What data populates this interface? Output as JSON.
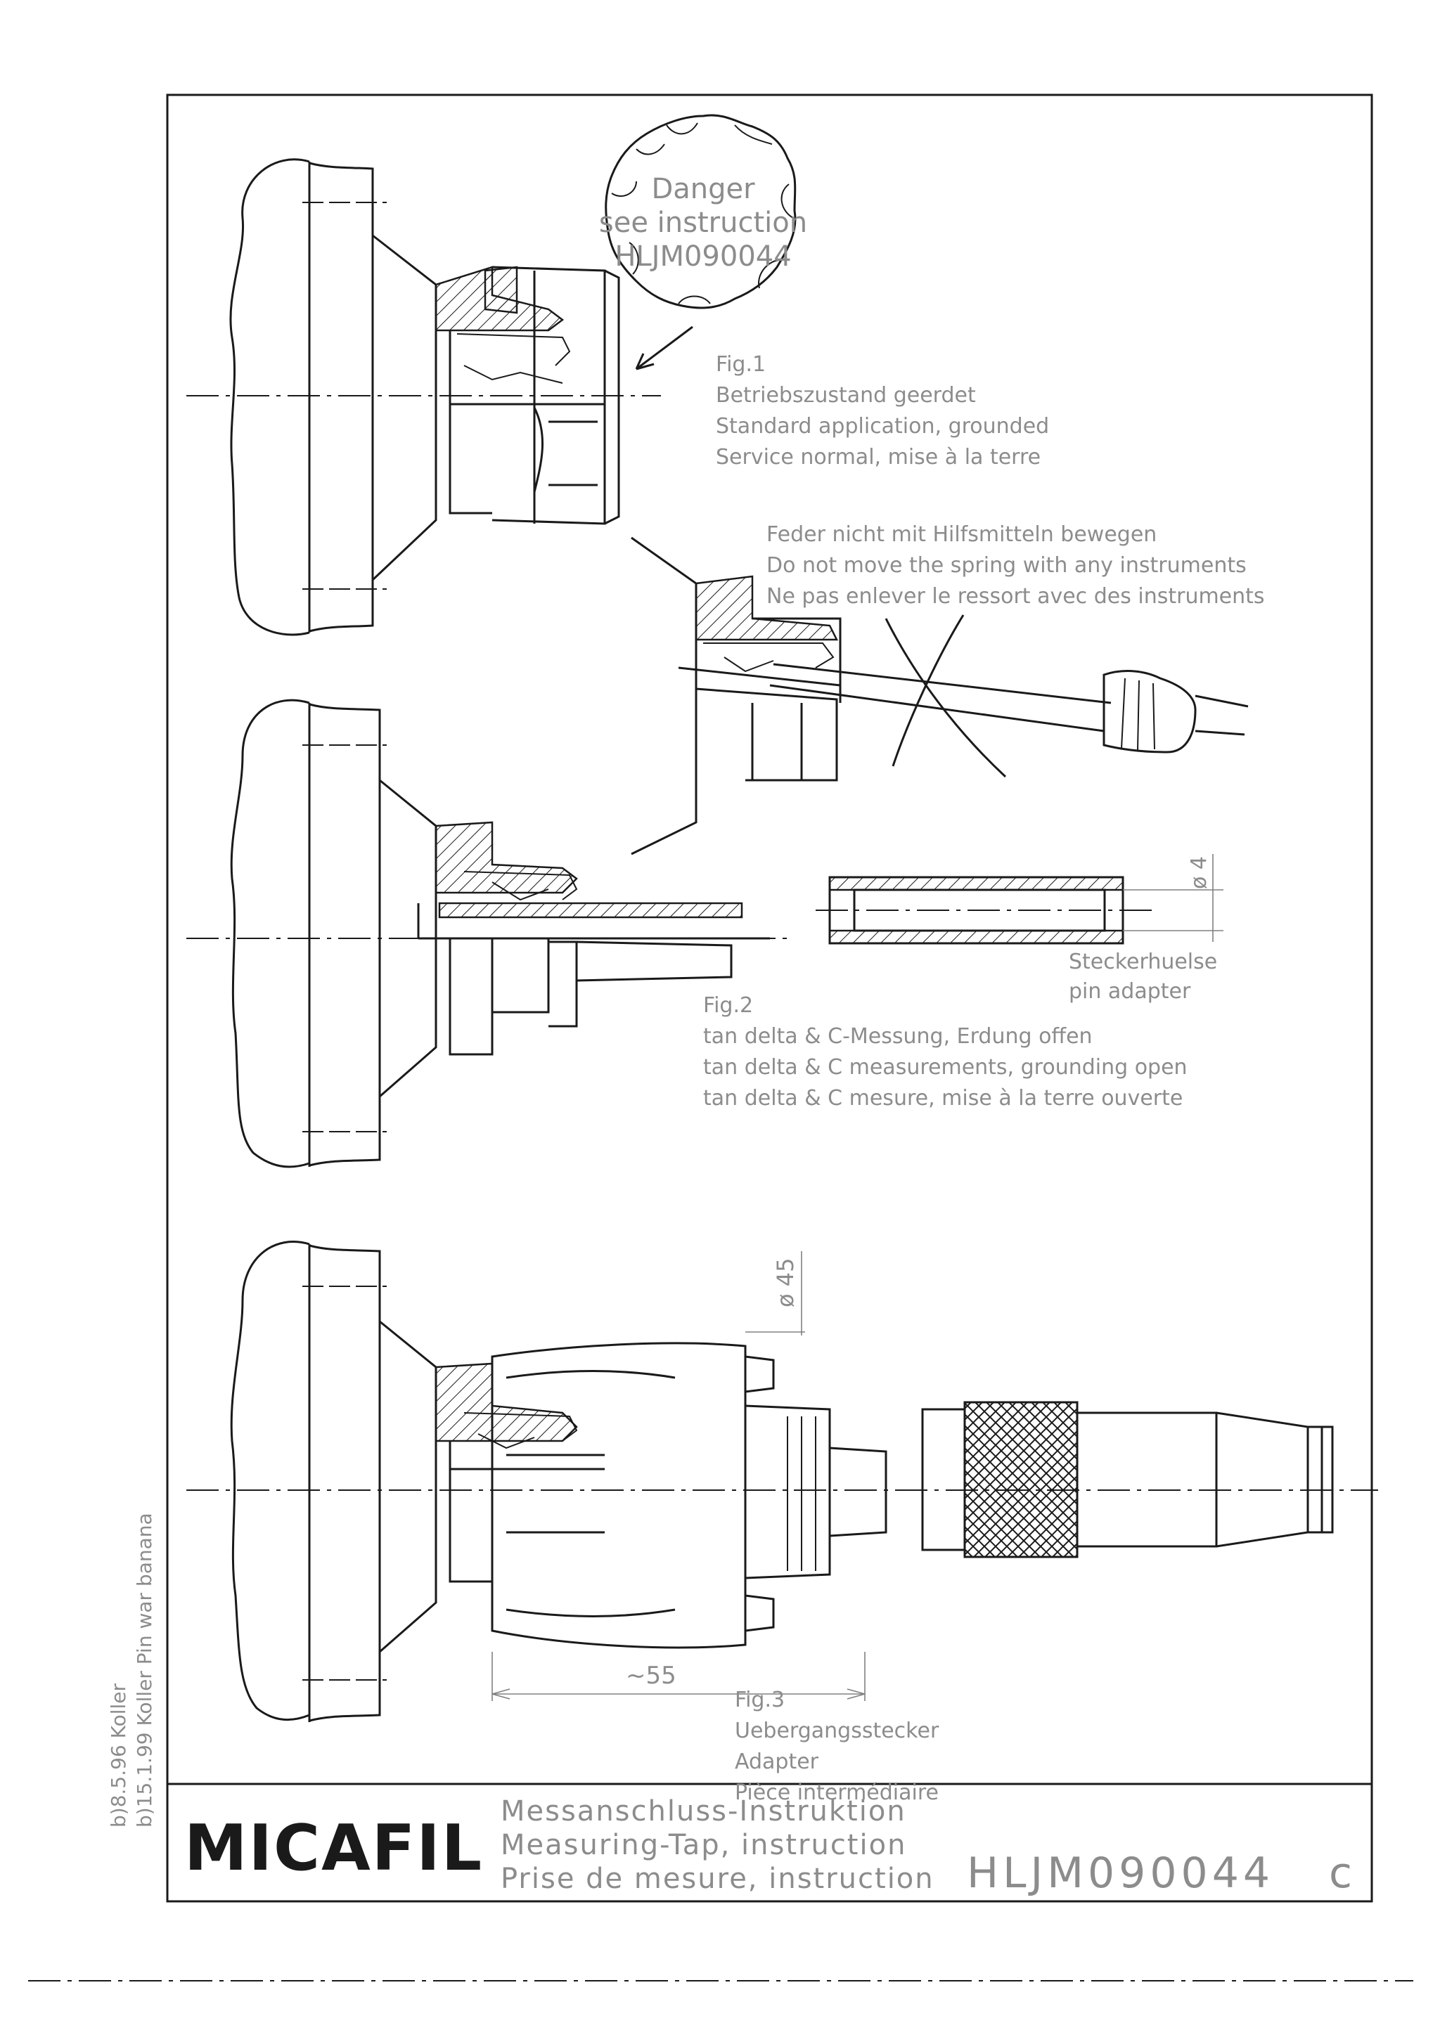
{
  "danger_label": {
    "line1": "Danger",
    "line2": "see instruction",
    "line3": "HLJM090044"
  },
  "fig1": {
    "number": "Fig.1",
    "de": "Betriebszustand geerdet",
    "en": "Standard application, grounded",
    "fr": "Service normal, mise à la terre"
  },
  "warning": {
    "de": "Feder nicht mit Hilfsmitteln bewegen",
    "en": "Do not move the spring with any instruments",
    "fr": "Ne pas enlever le ressort avec des instruments"
  },
  "pin_adapter": {
    "dimension": "ø 4",
    "de": "Steckerhuelse",
    "en": "pin adapter"
  },
  "fig2": {
    "number": "Fig.2",
    "de": "tan delta & C-Messung, Erdung offen",
    "en": "tan delta & C measurements, grounding open",
    "fr": "tan delta & C mesure, mise à la terre ouverte"
  },
  "fig3": {
    "dimension_diameter": "ø 45",
    "dimension_length": "~55",
    "number": "Fig.3",
    "de": "Uebergangsstecker",
    "en": "Adapter",
    "fr": "Pièce intermédiaire"
  },
  "revisions": {
    "line1": "b)8.5.96 Koller",
    "line2": "b)15.1.99 Koller Pin war banana"
  },
  "title_block": {
    "logo": "MICAFIL",
    "title_de": "Messanschluss-Instruktion",
    "title_en": "Measuring-Tap, instruction",
    "title_fr": "Prise de mesure, instruction",
    "drawing_number": "HLJM090044",
    "revision": "c"
  }
}
